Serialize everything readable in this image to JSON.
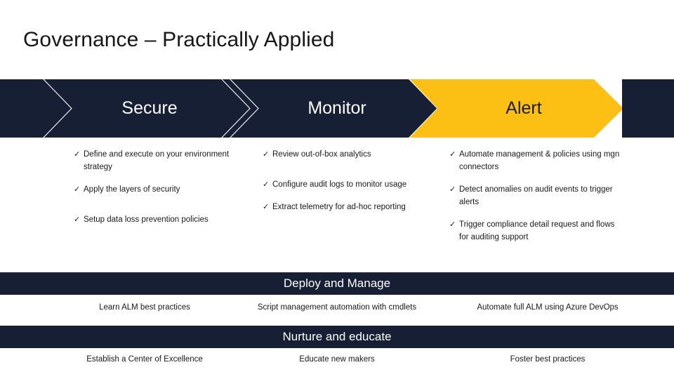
{
  "slide": {
    "title": "Governance – Practically Applied"
  },
  "colors": {
    "navy": "#161f33",
    "amber": "#FCBF14",
    "white": "#ffffff",
    "text_dark": "#1a1a1a"
  },
  "banner": {
    "stages": [
      {
        "label": "Secure",
        "fill": "navy",
        "text_color": "white"
      },
      {
        "label": "Monitor",
        "fill": "navy",
        "text_color": "white"
      },
      {
        "label": "Alert",
        "fill": "amber",
        "text_color": "dark"
      }
    ]
  },
  "columns": [
    {
      "stage": "Secure",
      "bullets": [
        "Define and execute on your environment strategy",
        "Apply the layers of security",
        "Setup data loss prevention policies"
      ]
    },
    {
      "stage": "Monitor",
      "bullets": [
        "Review out-of-box analytics",
        "Configure audit logs to monitor usage",
        "Extract telemetry for ad-hoc reporting"
      ]
    },
    {
      "stage": "Alert",
      "bullets": [
        "Automate management & policies using mgn connectors",
        "Detect anomalies on audit events to trigger alerts",
        "Trigger compliance detail request and flows for auditing support"
      ]
    }
  ],
  "bands": [
    {
      "title": "Deploy and Manage",
      "items": [
        "Learn ALM best practices",
        "Script management automation with cmdlets",
        "Automate full ALM using Azure DevOps"
      ]
    },
    {
      "title": "Nurture and educate",
      "items": [
        "Establish a Center of Excellence",
        "Educate new makers",
        "Foster best practices"
      ]
    }
  ],
  "icons": {
    "check": "✓"
  }
}
